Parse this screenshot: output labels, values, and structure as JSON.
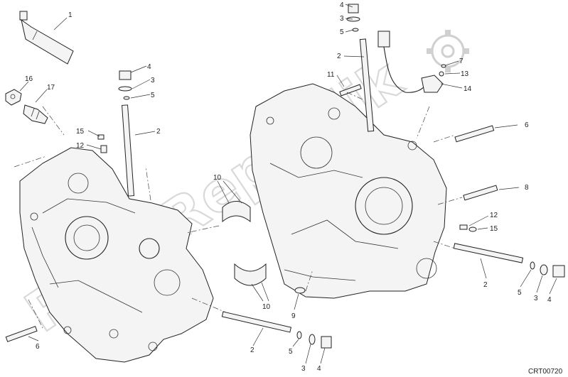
{
  "diagram": {
    "code": "CRT00720",
    "watermark": "PartsRepublik",
    "callouts": [
      {
        "id": "c1",
        "text": "1"
      },
      {
        "id": "c16",
        "text": "16"
      },
      {
        "id": "c17",
        "text": "17"
      },
      {
        "id": "c4a",
        "text": "4"
      },
      {
        "id": "c3a",
        "text": "3"
      },
      {
        "id": "c5a",
        "text": "5"
      },
      {
        "id": "c2a",
        "text": "2"
      },
      {
        "id": "c15a",
        "text": "15"
      },
      {
        "id": "c12a",
        "text": "12"
      },
      {
        "id": "c10a",
        "text": "10"
      },
      {
        "id": "c10b",
        "text": "10"
      },
      {
        "id": "c9",
        "text": "9"
      },
      {
        "id": "c6a",
        "text": "6"
      },
      {
        "id": "c2b",
        "text": "2"
      },
      {
        "id": "c5b",
        "text": "5"
      },
      {
        "id": "c3b",
        "text": "3"
      },
      {
        "id": "c4b",
        "text": "4"
      },
      {
        "id": "c4c",
        "text": "4"
      },
      {
        "id": "c3c",
        "text": "3"
      },
      {
        "id": "c5c",
        "text": "5"
      },
      {
        "id": "c2c",
        "text": "2"
      },
      {
        "id": "c11",
        "text": "11"
      },
      {
        "id": "c7",
        "text": "7"
      },
      {
        "id": "c13",
        "text": "13"
      },
      {
        "id": "c14",
        "text": "14"
      },
      {
        "id": "c6b",
        "text": "6"
      },
      {
        "id": "c8",
        "text": "8"
      },
      {
        "id": "c12b",
        "text": "12"
      },
      {
        "id": "c15b",
        "text": "15"
      },
      {
        "id": "c2d",
        "text": "2"
      },
      {
        "id": "c5d",
        "text": "5"
      },
      {
        "id": "c3d",
        "text": "3"
      },
      {
        "id": "c4d",
        "text": "4"
      }
    ]
  }
}
